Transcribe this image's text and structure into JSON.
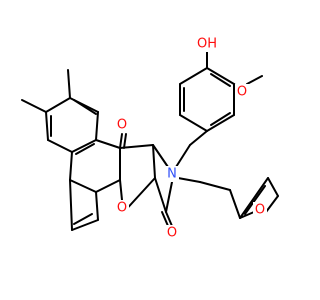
{
  "structure": {
    "atom_labels": [
      {
        "id": "oh",
        "text": "OH",
        "element": "O"
      },
      {
        "id": "o-methoxy",
        "text": "O",
        "element": "O"
      },
      {
        "id": "o-ketone",
        "text": "O",
        "element": "O"
      },
      {
        "id": "n-pyrrole",
        "text": "N",
        "element": "N"
      },
      {
        "id": "o-pyran",
        "text": "O",
        "element": "O"
      },
      {
        "id": "o-lactam",
        "text": "O",
        "element": "O"
      },
      {
        "id": "o-furan",
        "text": "O",
        "element": "O"
      }
    ]
  },
  "colors": {
    "bond": "#000000",
    "oxygen": "#ff0d0d",
    "nitrogen": "#3050f8",
    "background": "#ffffff"
  }
}
